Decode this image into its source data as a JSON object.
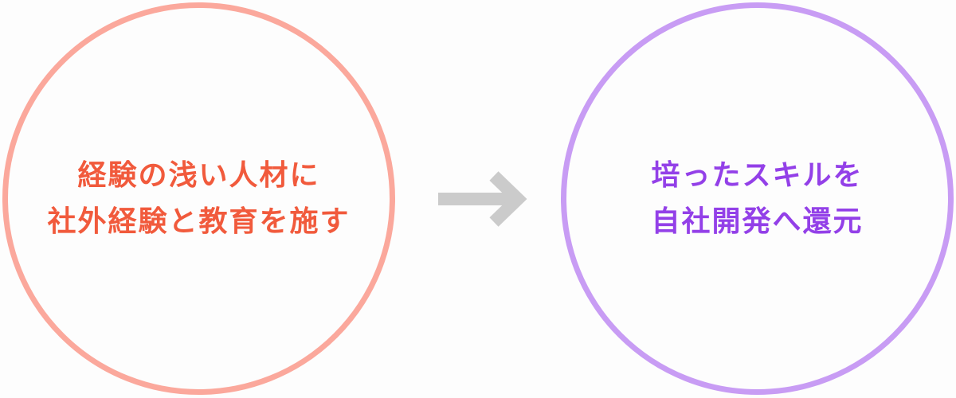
{
  "colors": {
    "left_circle_border": "#fba89c",
    "left_text": "#f15a3c",
    "right_circle_border": "#c89cf4",
    "right_text": "#9340e8",
    "arrow": "#cbcbcb",
    "background": "#fdfdfd"
  },
  "left": {
    "lines": [
      "経験の浅い人材に",
      "社外経験と教育を施す"
    ]
  },
  "right": {
    "lines": [
      "培ったスキルを",
      "自社開発へ還元"
    ]
  },
  "arrow": {
    "icon": "arrow-right-icon"
  }
}
